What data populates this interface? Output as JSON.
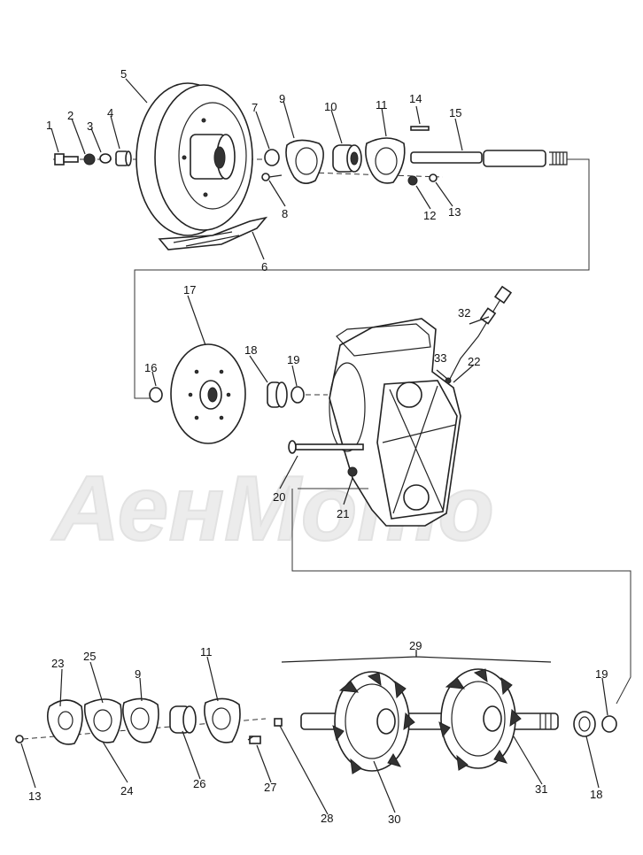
{
  "watermark": "АенМото",
  "callouts": {
    "c1": "1",
    "c2": "2",
    "c3": "3",
    "c4": "4",
    "c5": "5",
    "c6": "6",
    "c7": "7",
    "c8": "8",
    "c9a": "9",
    "c10": "10",
    "c11a": "11",
    "c12": "12",
    "c13a": "13",
    "c14": "14",
    "c15": "15",
    "c16": "16",
    "c17": "17",
    "c18a": "18",
    "c19a": "19",
    "c20": "20",
    "c21": "21",
    "c22": "22",
    "c32": "32",
    "c33": "33",
    "c23": "23",
    "c25": "25",
    "c9b": "9",
    "c11b": "11",
    "c29": "29",
    "c19b": "19",
    "c13b": "13",
    "c24": "24",
    "c26": "26",
    "c27": "27",
    "c28": "28",
    "c30": "30",
    "c31": "31",
    "c18b": "18"
  }
}
